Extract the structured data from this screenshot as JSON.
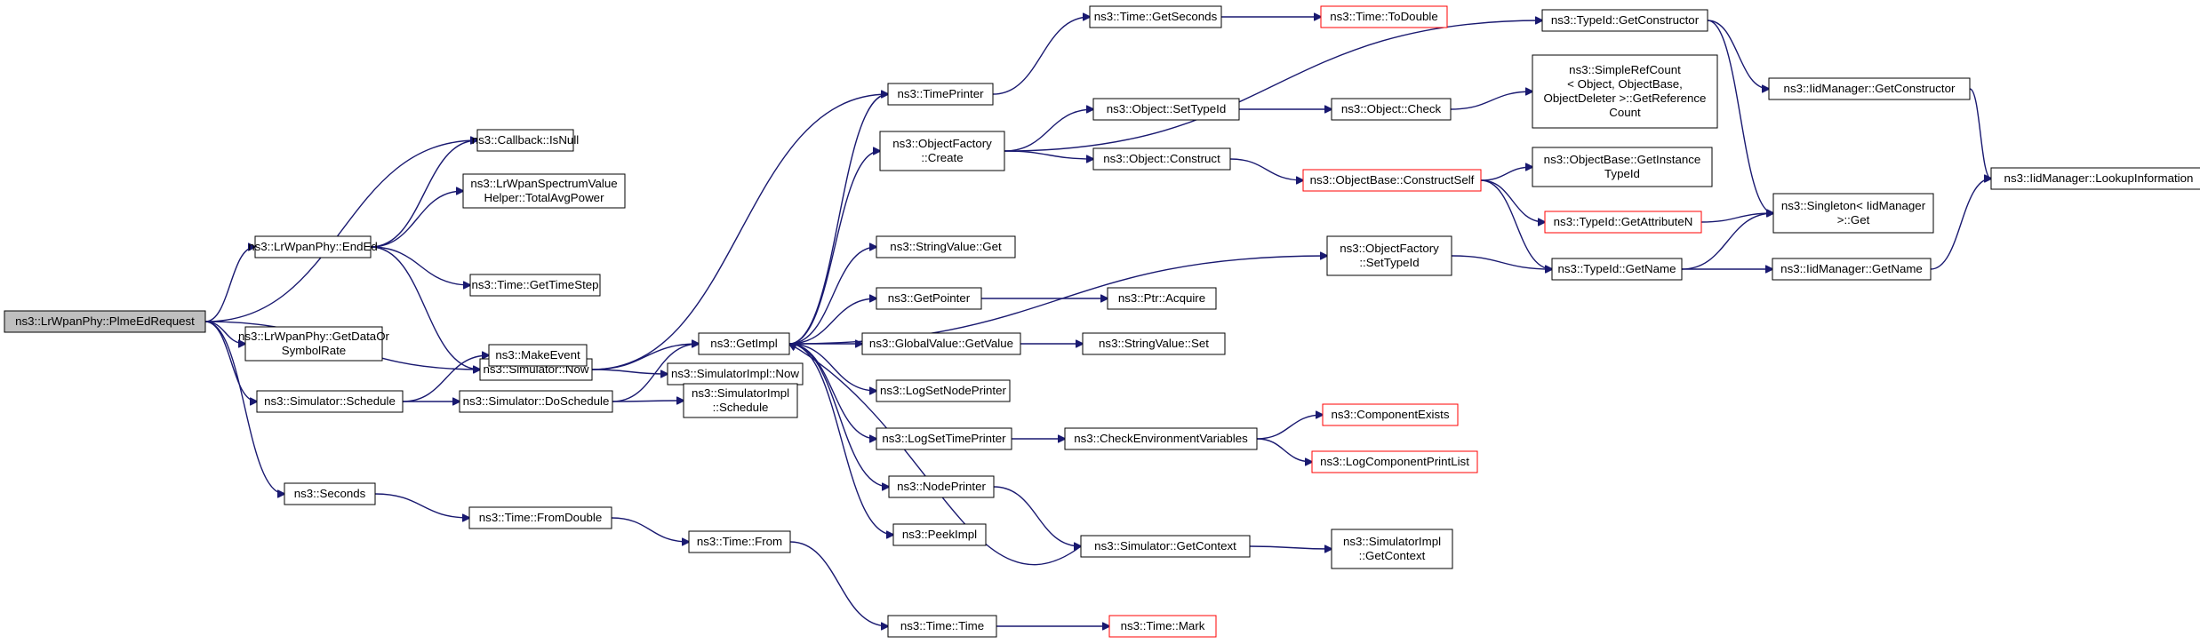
{
  "nodes": [
    {
      "id": "root",
      "lines": [
        "ns3::LrWpanPhy::PlmeEdRequest"
      ],
      "style": "root"
    },
    {
      "id": "isnull",
      "lines": [
        "ns3::Callback::IsNull"
      ]
    },
    {
      "id": "endEd",
      "lines": [
        "ns3::LrWpanPhy::EndEd"
      ]
    },
    {
      "id": "totalAvg",
      "lines": [
        "ns3::LrWpanSpectrumValue",
        "Helper::TotalAvgPower"
      ]
    },
    {
      "id": "getTimeStep",
      "lines": [
        "ns3::Time::GetTimeStep"
      ]
    },
    {
      "id": "simNow",
      "lines": [
        "ns3::Simulator::Now"
      ]
    },
    {
      "id": "getDataOr",
      "lines": [
        "ns3::LrWpanPhy::GetDataOr",
        "SymbolRate"
      ]
    },
    {
      "id": "makeEvent",
      "lines": [
        "ns3::MakeEvent"
      ]
    },
    {
      "id": "simSchedule",
      "lines": [
        "ns3::Simulator::Schedule"
      ]
    },
    {
      "id": "doSchedule",
      "lines": [
        "ns3::Simulator::DoSchedule"
      ]
    },
    {
      "id": "seconds",
      "lines": [
        "ns3::Seconds"
      ]
    },
    {
      "id": "fromDouble",
      "lines": [
        "ns3::Time::FromDouble"
      ]
    },
    {
      "id": "simImplNow",
      "lines": [
        "ns3::SimulatorImpl::Now"
      ]
    },
    {
      "id": "getImpl",
      "lines": [
        "ns3::GetImpl"
      ]
    },
    {
      "id": "simImplSchedule",
      "lines": [
        "ns3::SimulatorImpl",
        "::Schedule"
      ]
    },
    {
      "id": "timeFrom",
      "lines": [
        "ns3::Time::From"
      ]
    },
    {
      "id": "timePrinter",
      "lines": [
        "ns3::TimePrinter"
      ]
    },
    {
      "id": "objFactCreate",
      "lines": [
        "ns3::ObjectFactory",
        "::Create"
      ]
    },
    {
      "id": "strValGet",
      "lines": [
        "ns3::StringValue::Get"
      ]
    },
    {
      "id": "getPointer",
      "lines": [
        "ns3::GetPointer"
      ]
    },
    {
      "id": "globalValGet",
      "lines": [
        "ns3::GlobalValue::GetValue"
      ]
    },
    {
      "id": "logSetNodePrinter",
      "lines": [
        "ns3::LogSetNodePrinter"
      ]
    },
    {
      "id": "logSetTimePrinter",
      "lines": [
        "ns3::LogSetTimePrinter"
      ]
    },
    {
      "id": "nodePrinter",
      "lines": [
        "ns3::NodePrinter"
      ]
    },
    {
      "id": "peekImpl",
      "lines": [
        "ns3::PeekImpl"
      ]
    },
    {
      "id": "timeTime",
      "lines": [
        "ns3::Time::Time"
      ]
    },
    {
      "id": "timeGetSeconds",
      "lines": [
        "ns3::Time::GetSeconds"
      ]
    },
    {
      "id": "objSetTypeId",
      "lines": [
        "ns3::Object::SetTypeId"
      ]
    },
    {
      "id": "objConstruct",
      "lines": [
        "ns3::Object::Construct"
      ]
    },
    {
      "id": "ptrAcquire",
      "lines": [
        "ns3::Ptr::Acquire"
      ]
    },
    {
      "id": "strValSet",
      "lines": [
        "ns3::StringValue::Set"
      ]
    },
    {
      "id": "checkEnv",
      "lines": [
        "ns3::CheckEnvironmentVariables"
      ]
    },
    {
      "id": "simGetContext",
      "lines": [
        "ns3::Simulator::GetContext"
      ]
    },
    {
      "id": "timeMark",
      "lines": [
        "ns3::Time::Mark"
      ],
      "style": "red"
    },
    {
      "id": "toDouble",
      "lines": [
        "ns3::Time::ToDouble"
      ],
      "style": "red"
    },
    {
      "id": "objCheck",
      "lines": [
        "ns3::Object::Check"
      ]
    },
    {
      "id": "objBaseConstructSelf",
      "lines": [
        "ns3::ObjectBase::ConstructSelf"
      ],
      "style": "red"
    },
    {
      "id": "objFactSetTypeId",
      "lines": [
        "ns3::ObjectFactory",
        "::SetTypeId"
      ]
    },
    {
      "id": "componentExists",
      "lines": [
        "ns3::ComponentExists"
      ],
      "style": "red"
    },
    {
      "id": "logCompPrintList",
      "lines": [
        "ns3::LogComponentPrintList"
      ],
      "style": "red"
    },
    {
      "id": "simImplGetContext",
      "lines": [
        "ns3::SimulatorImpl",
        "::GetContext"
      ]
    },
    {
      "id": "typeIdGetConstructor",
      "lines": [
        "ns3::TypeId::GetConstructor"
      ]
    },
    {
      "id": "simpleRefCount",
      "lines": [
        "ns3::SimpleRefCount",
        "< Object, ObjectBase,",
        "ObjectDeleter >::GetReference",
        "Count"
      ]
    },
    {
      "id": "objBaseGetInstance",
      "lines": [
        "ns3::ObjectBase::GetInstance",
        "TypeId"
      ]
    },
    {
      "id": "typeIdGetAttrN",
      "lines": [
        "ns3::TypeId::GetAttributeN"
      ],
      "style": "red"
    },
    {
      "id": "typeIdGetName",
      "lines": [
        "ns3::TypeId::GetName"
      ]
    },
    {
      "id": "iidGetConstructor",
      "lines": [
        "ns3::IidManager::GetConstructor"
      ]
    },
    {
      "id": "singletonGet",
      "lines": [
        "ns3::Singleton< IidManager",
        ">::Get"
      ]
    },
    {
      "id": "iidGetName",
      "lines": [
        "ns3::IidManager::GetName"
      ]
    },
    {
      "id": "iidLookup",
      "lines": [
        "ns3::IidManager::LookupInformation"
      ]
    }
  ],
  "edges": [
    [
      "root",
      "isnull"
    ],
    [
      "root",
      "endEd"
    ],
    [
      "root",
      "simNow"
    ],
    [
      "root",
      "getDataOr"
    ],
    [
      "root",
      "simSchedule"
    ],
    [
      "root",
      "seconds"
    ],
    [
      "endEd",
      "isnull"
    ],
    [
      "endEd",
      "totalAvg"
    ],
    [
      "endEd",
      "getTimeStep"
    ],
    [
      "endEd",
      "simNow"
    ],
    [
      "simNow",
      "simImplNow"
    ],
    [
      "simNow",
      "getImpl"
    ],
    [
      "simNow",
      "timePrinter"
    ],
    [
      "simSchedule",
      "makeEvent"
    ],
    [
      "simSchedule",
      "doSchedule"
    ],
    [
      "doSchedule",
      "getImpl"
    ],
    [
      "doSchedule",
      "simImplSchedule"
    ],
    [
      "seconds",
      "fromDouble"
    ],
    [
      "fromDouble",
      "timeFrom"
    ],
    [
      "timeFrom",
      "timeTime"
    ],
    [
      "timeTime",
      "timeMark"
    ],
    [
      "getImpl",
      "objFactCreate"
    ],
    [
      "getImpl",
      "strValGet"
    ],
    [
      "getImpl",
      "getPointer"
    ],
    [
      "getImpl",
      "globalValGet"
    ],
    [
      "getImpl",
      "logSetNodePrinter"
    ],
    [
      "getImpl",
      "logSetTimePrinter"
    ],
    [
      "getImpl",
      "nodePrinter"
    ],
    [
      "getImpl",
      "peekImpl"
    ],
    [
      "getImpl",
      "objFactSetTypeId"
    ],
    [
      "getImpl",
      "timePrinter"
    ],
    [
      "timePrinter",
      "timeGetSeconds"
    ],
    [
      "timeGetSeconds",
      "toDouble"
    ],
    [
      "objFactCreate",
      "objSetTypeId"
    ],
    [
      "objFactCreate",
      "objConstruct"
    ],
    [
      "objFactCreate",
      "typeIdGetConstructor"
    ],
    [
      "objSetTypeId",
      "objCheck"
    ],
    [
      "objCheck",
      "simpleRefCount"
    ],
    [
      "objConstruct",
      "objBaseConstructSelf"
    ],
    [
      "objBaseConstructSelf",
      "objBaseGetInstance"
    ],
    [
      "objBaseConstructSelf",
      "typeIdGetAttrN"
    ],
    [
      "objBaseConstructSelf",
      "typeIdGetName"
    ],
    [
      "typeIdGetAttrN",
      "singletonGet"
    ],
    [
      "objFactSetTypeId",
      "typeIdGetName"
    ],
    [
      "typeIdGetName",
      "singletonGet"
    ],
    [
      "typeIdGetName",
      "iidGetName"
    ],
    [
      "typeIdGetConstructor",
      "iidGetConstructor"
    ],
    [
      "typeIdGetConstructor",
      "singletonGet"
    ],
    [
      "iidGetConstructor",
      "iidLookup"
    ],
    [
      "iidGetName",
      "iidLookup"
    ],
    [
      "getPointer",
      "ptrAcquire"
    ],
    [
      "globalValGet",
      "strValSet"
    ],
    [
      "logSetTimePrinter",
      "checkEnv"
    ],
    [
      "checkEnv",
      "componentExists"
    ],
    [
      "checkEnv",
      "logCompPrintList"
    ],
    [
      "nodePrinter",
      "simGetContext"
    ],
    [
      "simGetContext",
      "getImpl"
    ],
    [
      "simGetContext",
      "simImplGetContext"
    ]
  ]
}
